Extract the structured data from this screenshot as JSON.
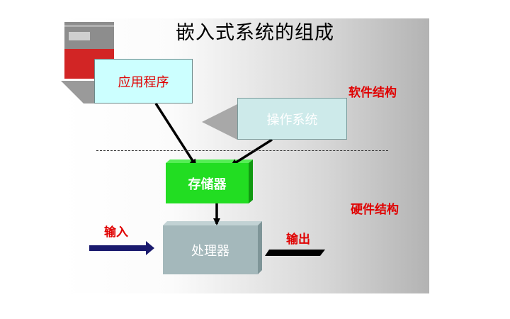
{
  "title": "嵌入式系统的组成",
  "labels": {
    "software_structure": "软件结构",
    "hardware_structure": "硬件结构",
    "input": "输入",
    "output": "输出"
  },
  "nodes": {
    "application": "应用程序",
    "os": "操作系统",
    "memory": "存储器",
    "processor": "处理器"
  },
  "colors": {
    "label_red": "#e00000",
    "memory_green": "#22dd22",
    "application_fill": "#ccffff",
    "os_fill": "#cdeaea",
    "processor_fill": "#a4b8bb",
    "input_arrow": "#1a1a6e"
  }
}
